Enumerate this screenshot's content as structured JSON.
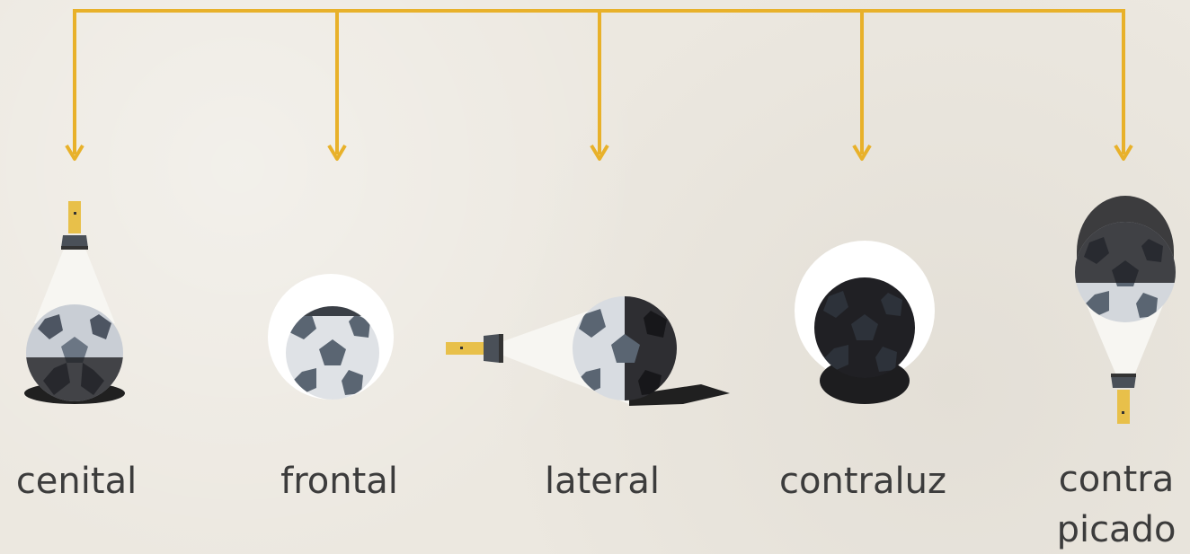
{
  "colors": {
    "connector": "#e8b12a",
    "ball_light": "#d9dde2",
    "ball_mid": "#5a6572",
    "ball_dark": "#2a2a2e",
    "shadow": "#202020",
    "flashlight_body": "#e8c04a",
    "flashlight_head": "#4a5058",
    "beam": "#f7f6f2"
  },
  "lighting_types": [
    {
      "label": "cenital",
      "light_direction": "from above"
    },
    {
      "label": "frontal",
      "light_direction": "from front"
    },
    {
      "label": "lateral",
      "light_direction": "from side"
    },
    {
      "label": "contraluz",
      "light_direction": "from behind"
    },
    {
      "label_line1": "contra",
      "label_line2": "picado",
      "light_direction": "from below"
    }
  ]
}
